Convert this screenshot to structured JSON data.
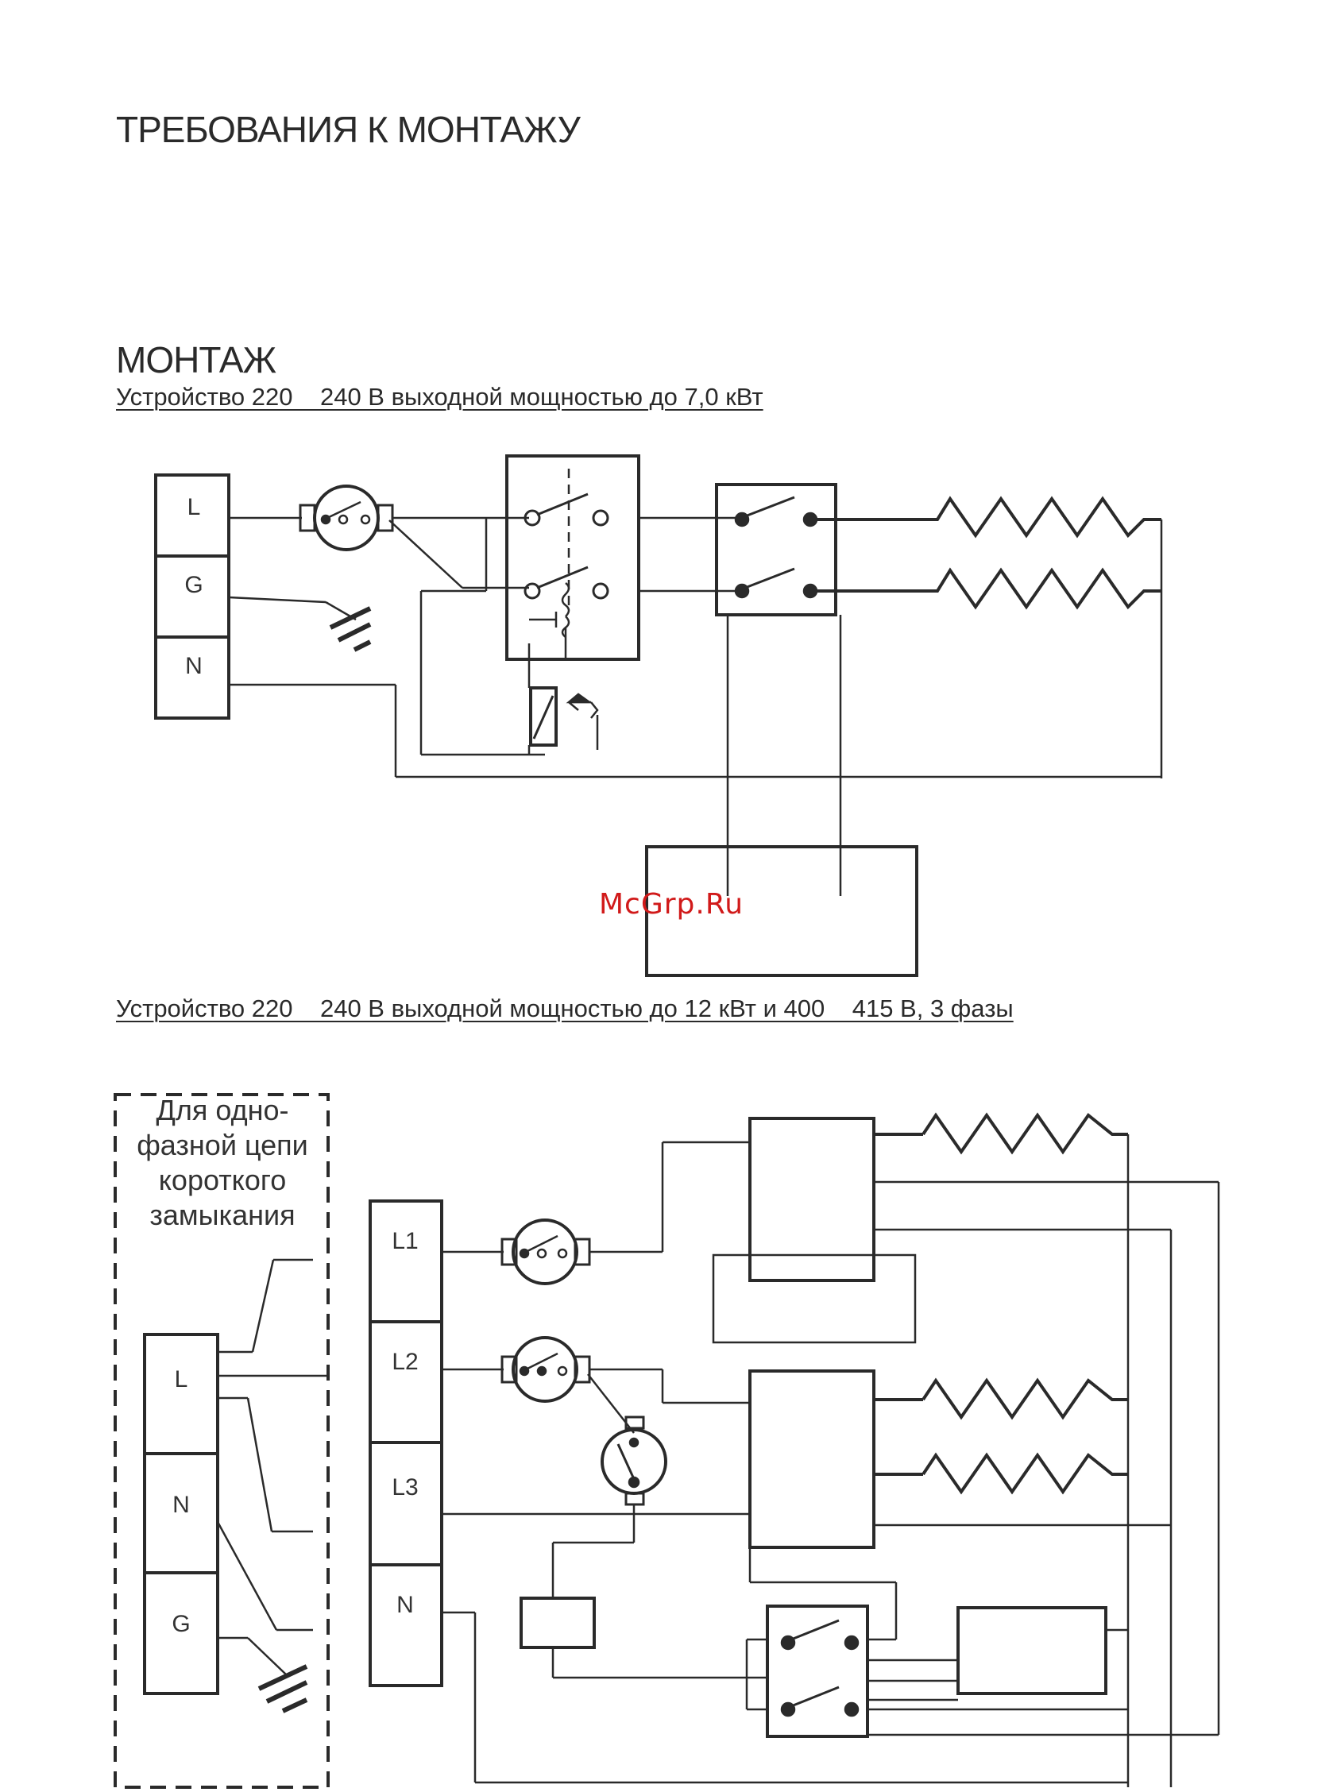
{
  "page": {
    "title": "ТРЕБОВАНИЯ К МОНТАЖУ",
    "section_title": "МОНТАЖ"
  },
  "diagram1": {
    "caption": "Устройство 220    240 В выходной мощностью до 7,0 кВт",
    "terminals": [
      "L",
      "G",
      "N"
    ]
  },
  "diagram2": {
    "caption": "Устройство 220    240 В выходной мощностью до 12 кВт и 400    415 В, 3 фазы",
    "note_lines": [
      "Для одно-",
      "фазной цепи",
      "короткого",
      "замыкания"
    ],
    "terminals_single": [
      "L",
      "N",
      "G"
    ],
    "terminals_three": [
      "L1",
      "L2",
      "L3",
      "N"
    ]
  },
  "watermark": "McGrp.Ru",
  "colors": {
    "line": "#2a2a2a",
    "watermark": "#d11a1a"
  }
}
